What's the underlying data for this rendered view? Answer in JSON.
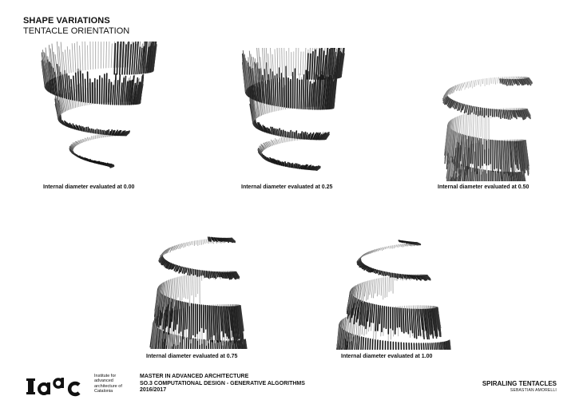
{
  "header": {
    "title": "SHAPE VARIATIONS",
    "subtitle": "TENTACLE ORIENTATION"
  },
  "variations": [
    {
      "caption": "Internal diameter evaluated at 0.00",
      "value": 0.0
    },
    {
      "caption": "Internal diameter evaluated at 0.25",
      "value": 0.25
    },
    {
      "caption": "Internal diameter evaluated at 0.50",
      "value": 0.5
    },
    {
      "caption": "Internal diameter evaluated at 0.75",
      "value": 0.75
    },
    {
      "caption": "Internal diameter evaluated at 1.00",
      "value": 1.0
    }
  ],
  "footer": {
    "logo": "IaaC",
    "institute_text": "Institute for advanced architecture of Catalonia",
    "program_line1": "MASTER IN ADVANCED ARCHITECTURE",
    "program_line2": "SO.3 COMPUTATIONAL DESIGN - GENERATIVE ALGORITHMS",
    "program_line3": "2016/2017",
    "project_title": "SPIRALING TENTACLES",
    "author": "SEBASTIAN AMORELLI"
  }
}
